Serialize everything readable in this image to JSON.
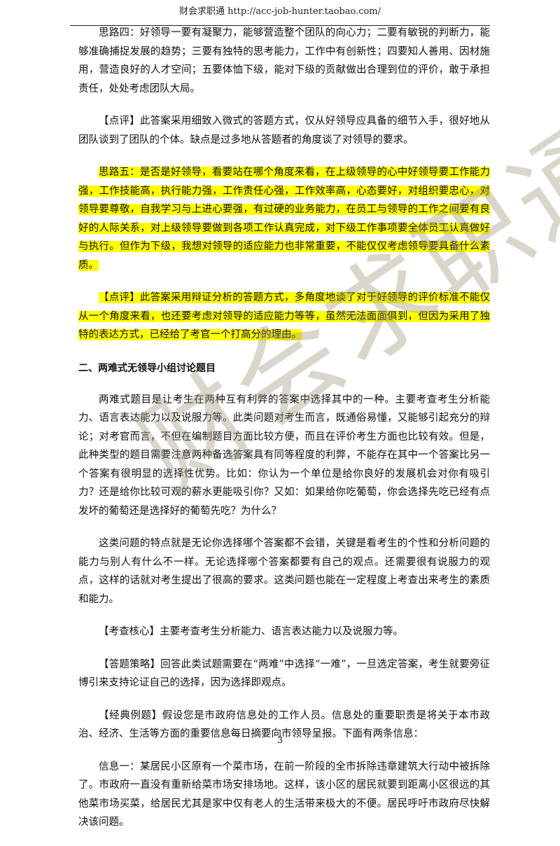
{
  "header": {
    "text": "财会求职通  http://acc-job-hunter.taobao.com/"
  },
  "paragraphs": [
    {
      "text": "思路四：好领导一要有凝聚力，能够营造整个团队的向心力；二要有敏锐的判断力，能够准确捕捉发展的趋势；三要有独特的思考能力，工作中有创新性；四要知人善用、因材施用，营造良好的人才空间；五要体恤下级，能对下级的贡献做出合理到位的评价，敢于承担责任，处处考虑团队大局。",
      "highlight": false
    },
    {
      "text": "【点评】此答案采用细致入微式的答题方式，仅从好领导应具备的细节入手，很好地从团队谈到了团队的个体。缺点是过多地从答题者的角度谈了对领导的要求。",
      "highlight": false
    },
    {
      "text": "思路五：是否是好领导，看要站在哪个角度来看，在上级领导的心中好领导要工作能力强，工作技能高，执行能力强，工作责任心强，工作效率高，心态要好，对组织要忠心，对领导要尊敬，自我学习与上进心要强，有过硬的业务能力，在员工与领导的工作之间要有良好的人际关系，对上级领导要做到各项工作认真完成，对下级工作事项要全体员工认真做好与执行。但作为下级，我想对领导的适应能力也非常重要，不能仅仅考虑领导要具备什么素质。",
      "highlight": true
    },
    {
      "text": "【点评】此答案采用辩证分析的答题方式，多角度地谈了对于好领导的评价标准不能仅从一个角度来看，也还要考虑对领导的适应能力等等，虽然无法面面俱到，但因为采用了独特的表达方式，已经给了考官一个打高分的理由。",
      "highlight": true
    }
  ],
  "section_heading": "二、两难式无领导小组讨论题目",
  "paragraphs2": [
    {
      "text": "两难式题目是让考生在两种互有利弊的答案中选择其中的一种。主要考查考生分析能力、语言表达能力以及说服力等。此类问题对考生而言，既通俗易懂，又能够引起充分的辩论；对考官而言，不但在编制题目方面比较方便，而且在评价考生方面也比较有效。但是，此种类型的题目需要注意两种备选答案具有同等程度的利弊，不能存在其中一个答案比另一个答案有很明显的选择性优势。比如：你认为一个单位是给你良好的发展机会对你有吸引力？还是给你比较可观的薪水更能吸引你？又如：如果给你吃葡萄，你会选择先吃已经有点发坏的葡萄还是选择好的葡萄先吃？为什么？"
    },
    {
      "text": "这类问题的特点就是无论你选择哪个答案都不会错，关键是看考生的个性和分析问题的能力与别人有什么不一样。无论选择哪个答案都要有自己的观点。还需要很有说服力的观点，这样的话就对考生提出了很高的要求。这类问题也能在一定程度上考查出来考生的素质和能力。"
    },
    {
      "text": "【考查核心】主要考查考生分析能力、语言表达能力以及说服力等。"
    },
    {
      "text": "【答题策略】回答此类试题需要在“两难”中选择“一难”，一旦选定答案，考生就要旁征博引来支持论证自己的选择，因为选择即观点。"
    },
    {
      "text": "【经典例题】假设您是市政府信息处的工作人员。信息处的重要职责是将关于本市政治、经济、生活等方面的重要信息每日摘要向市领导呈报。下面有两条信息："
    },
    {
      "text": "信息一：某居民小区原有一个菜市场，在前一阶段的全市拆除违章建筑大行动中被拆除了。市政府一直没有重新给菜市场安排场地。这样，该小区的居民就要到距离小区很远的其他菜市场买菜，给居民尤其是家中仅有老人的生活带来极大的不便。居民呼吁市政府尽快解决该问题。"
    }
  ],
  "page_number": "3",
  "watermark": "财会求职通",
  "colors": {
    "highlight": "#ffff00",
    "watermark": "#a09476"
  }
}
